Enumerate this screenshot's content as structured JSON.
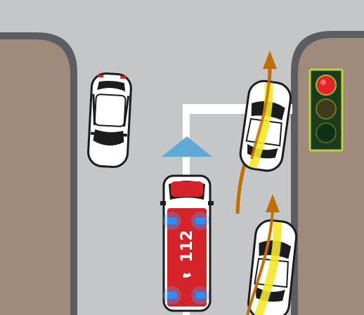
{
  "scene": {
    "colors": {
      "road": "#c5c6c8",
      "curb": "#5a5d62",
      "sidewalk": "#a08a7c",
      "lane_marking": "#ffffff",
      "yield_arrow": "#5fa9d6",
      "path_arrow": "#bf6f00",
      "car_body": "#ffffff",
      "car_glass": "#1c1c1c",
      "highlight_stripe": "#f4e629",
      "ambulance_red": "#d62229",
      "emergency_light": "#3fa7ff",
      "traffic_light_frame": "#1d3a1f",
      "traffic_light_border": "#b8d434",
      "light_red": "#e8222b",
      "light_yellow": "#3e3a1c",
      "light_green": "#103018"
    },
    "traffic_light": {
      "state": "red",
      "icon": "traffic-light-icon"
    },
    "ambulance": {
      "number": "112",
      "icon": "phone-icon",
      "lights": "on"
    },
    "icons": {
      "yield": "yield-triangle-icon",
      "path": "path-arrow-icon"
    }
  }
}
